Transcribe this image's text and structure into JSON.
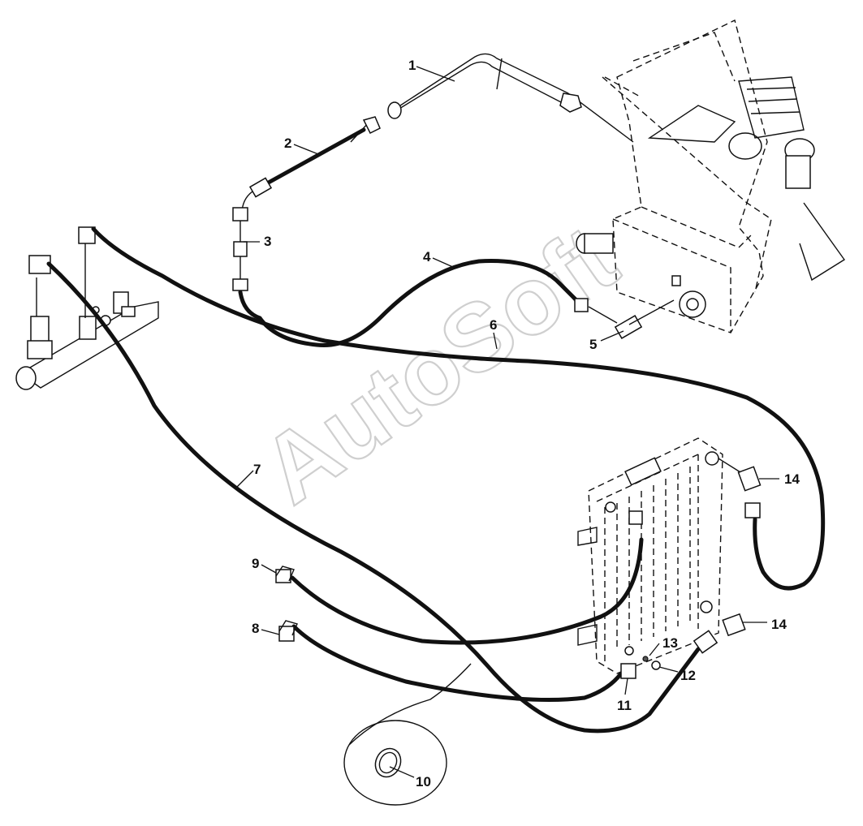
{
  "watermark": "AutoSoft",
  "callouts": [
    {
      "id": "callout-1",
      "label": "1"
    },
    {
      "id": "callout-2",
      "label": "2"
    },
    {
      "id": "callout-3",
      "label": "3"
    },
    {
      "id": "callout-4",
      "label": "4"
    },
    {
      "id": "callout-5",
      "label": "5"
    },
    {
      "id": "callout-6",
      "label": "6"
    },
    {
      "id": "callout-7",
      "label": "7"
    },
    {
      "id": "callout-8",
      "label": "8"
    },
    {
      "id": "callout-9",
      "label": "9"
    },
    {
      "id": "callout-10",
      "label": "10"
    },
    {
      "id": "callout-11",
      "label": "11"
    },
    {
      "id": "callout-12",
      "label": "12"
    },
    {
      "id": "callout-13",
      "label": "13"
    },
    {
      "id": "callout-14a",
      "label": "14"
    },
    {
      "id": "callout-14b",
      "label": "14"
    }
  ]
}
